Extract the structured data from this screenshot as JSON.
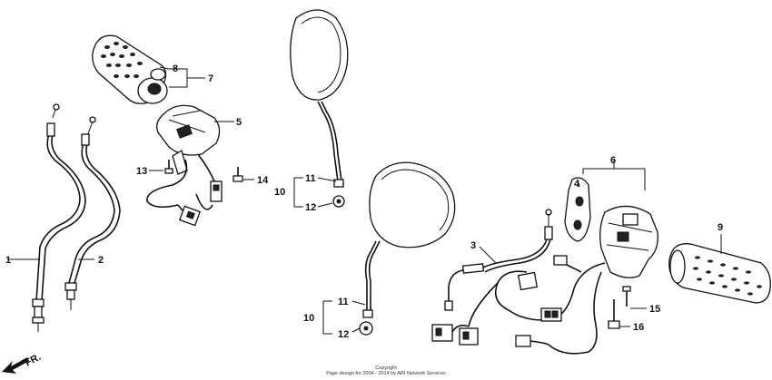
{
  "callouts": [
    {
      "id": "c1",
      "label": "1"
    },
    {
      "id": "c2",
      "label": "2"
    },
    {
      "id": "c3",
      "label": "3"
    },
    {
      "id": "c4",
      "label": "4"
    },
    {
      "id": "c5",
      "label": "5"
    },
    {
      "id": "c6",
      "label": "6"
    },
    {
      "id": "c7",
      "label": "7"
    },
    {
      "id": "c8",
      "label": "8"
    },
    {
      "id": "c9",
      "label": "9"
    },
    {
      "id": "c10a",
      "label": "10"
    },
    {
      "id": "c11a",
      "label": "11"
    },
    {
      "id": "c12a",
      "label": "12"
    },
    {
      "id": "c10b",
      "label": "10"
    },
    {
      "id": "c11b",
      "label": "11"
    },
    {
      "id": "c12b",
      "label": "12"
    },
    {
      "id": "c13",
      "label": "13"
    },
    {
      "id": "c14",
      "label": "14"
    },
    {
      "id": "c15",
      "label": "15"
    },
    {
      "id": "c16",
      "label": "16"
    }
  ],
  "front_arrow": {
    "label": "FR."
  },
  "footer": {
    "line1": "Copyright",
    "line2": "Page design for 2004 - 2014 by ARI Network Services"
  }
}
